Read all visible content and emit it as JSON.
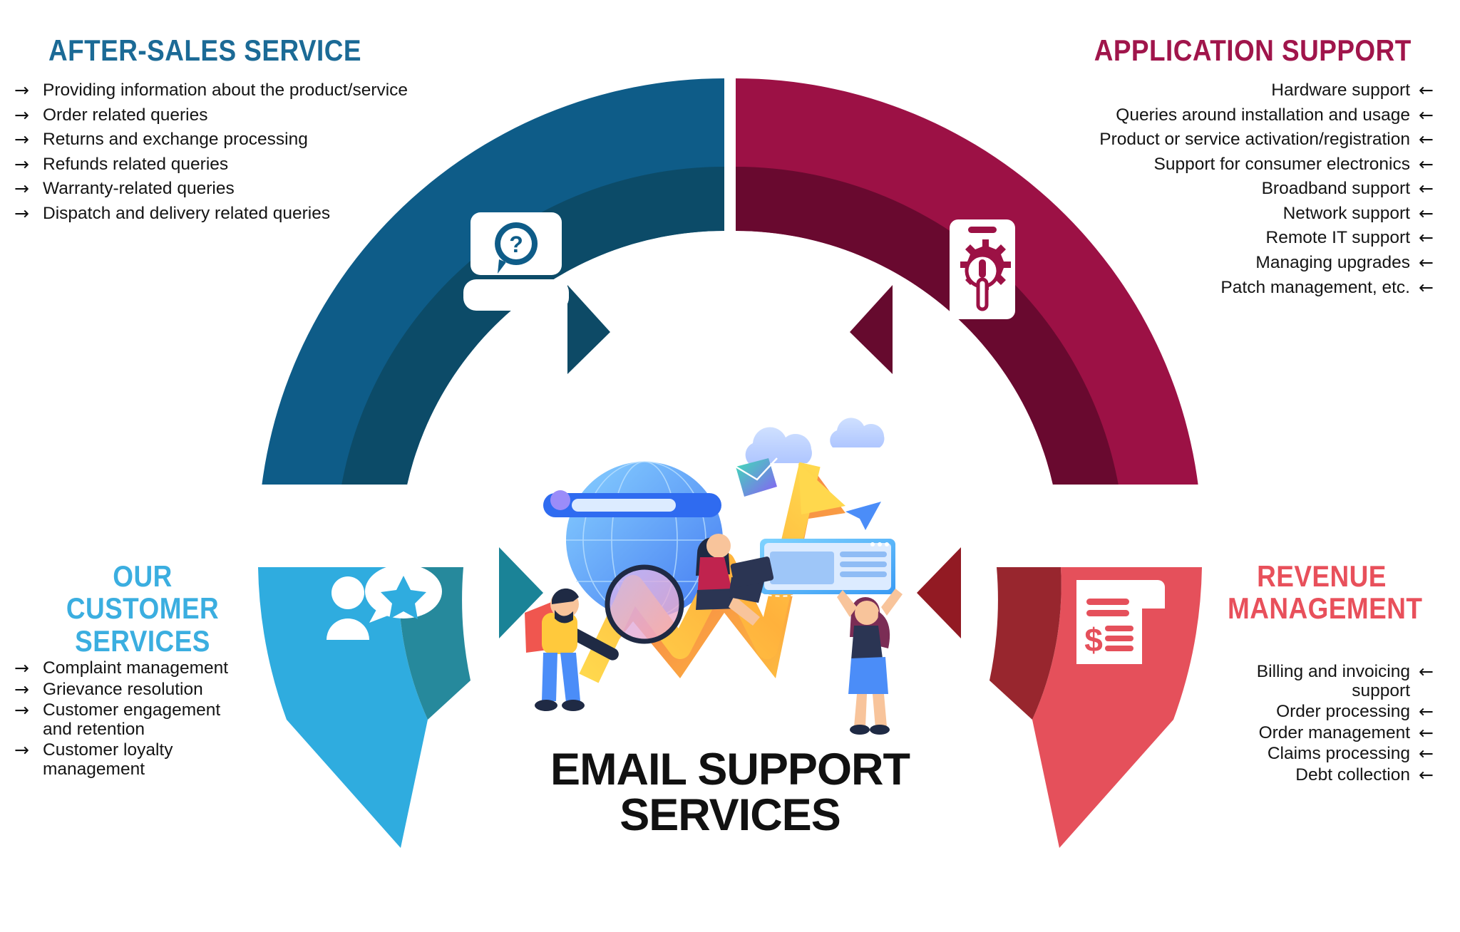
{
  "center": {
    "title_line1": "EMAIL SUPPORT",
    "title_line2": "SERVICES",
    "title": "EMAIL SUPPORT\nSERVICES"
  },
  "quadrants": [
    {
      "id": "after-sales-service",
      "heading": "AFTER-SALES SERVICE",
      "color": "#1B6A96",
      "segment_color": "#0E5C88",
      "segment_shadow": "#0D4A66",
      "icon": "laptop-question-icon",
      "align": "left",
      "bullet": "→",
      "items": [
        "Providing information about the product/service",
        "Order related queries",
        "Returns and exchange processing",
        "Refunds related queries",
        "Warranty-related queries",
        "Dispatch and delivery related queries"
      ]
    },
    {
      "id": "application-support",
      "heading": "APPLICATION SUPPORT",
      "color": "#A0154B",
      "segment_color": "#9C1145",
      "segment_shadow": "#660A2E",
      "icon": "phone-gear-screwdriver-icon",
      "align": "right",
      "bullet": "←",
      "items": [
        "Hardware support",
        "Queries around installation and usage",
        "Product or service activation/registration",
        "Support for consumer electronics",
        "Broadband support",
        "Network support",
        "Remote IT support",
        "Managing upgrades",
        "Patch management, etc."
      ]
    },
    {
      "id": "our-customer-services",
      "heading": "OUR CUSTOMER\nSERVICES",
      "color": "#3BAEE0",
      "segment_color": "#2FACDF",
      "segment_shadow": "#1A8397",
      "icon": "person-star-bubble-icon",
      "align": "left",
      "bullet": "→",
      "items": [
        "Complaint management",
        "Grievance resolution",
        "Customer engagement\nand retention",
        "Customer loyalty\nmanagement"
      ]
    },
    {
      "id": "revenue-management",
      "heading": "REVENUE\nMANAGEMENT",
      "color": "#E8505B",
      "segment_color": "#E5505B",
      "segment_shadow": "#921A23",
      "icon": "invoice-dollar-icon",
      "align": "right",
      "bullet": "←",
      "items": [
        "Billing and invoicing\nsupport",
        "Order processing",
        "Order management",
        "Claims processing",
        "Debt collection"
      ]
    }
  ],
  "illustration": {
    "name": "email-support-illustration",
    "elements": [
      "globe",
      "search-bar",
      "magnifying-glass",
      "chart-arrow-w",
      "woman-with-laptop",
      "man-with-magnifier",
      "woman-with-window",
      "envelope",
      "paper-plane",
      "clouds",
      "browser-window"
    ],
    "colors": {
      "globe": "#3A9BF4",
      "chart": "#FFC93C",
      "chart_alt": "#F0564F",
      "accent": "#4B8DF8"
    }
  }
}
